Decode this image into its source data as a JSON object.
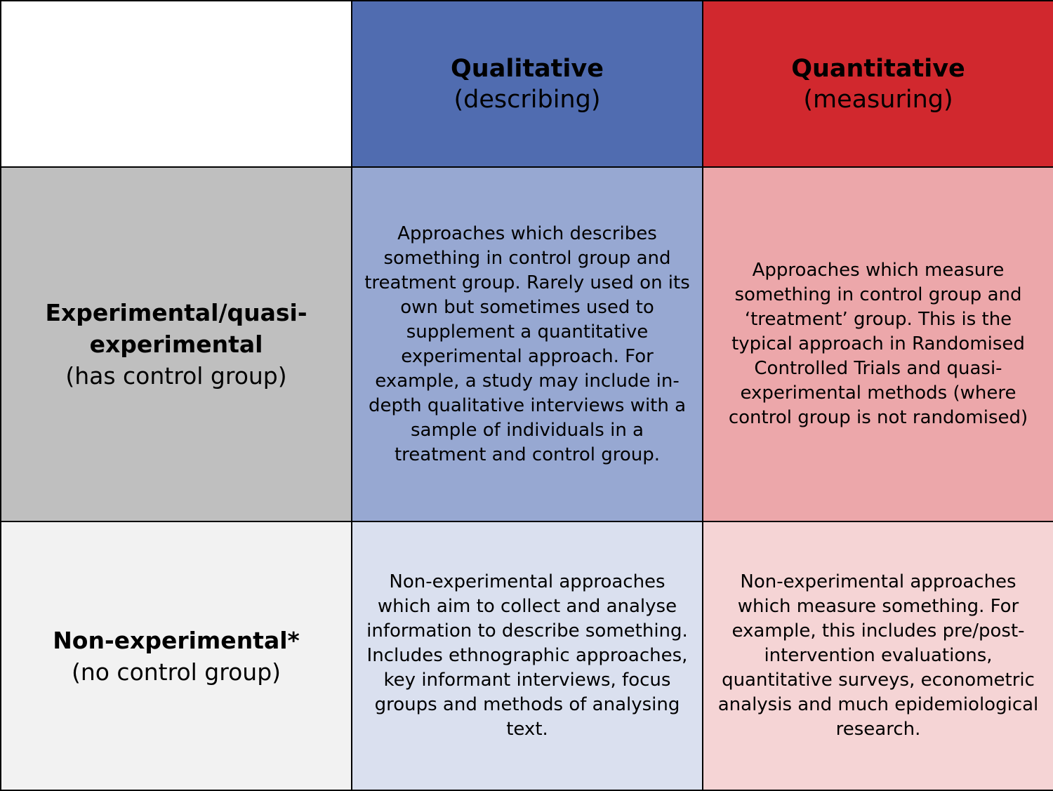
{
  "colors": {
    "corner": "#ffffff",
    "qualitative_header": "#506cb0",
    "quantitative_header": "#d1282e",
    "experimental_label": "#bfbfbf",
    "non_experimental_label": "#f2f2f2",
    "qual_experimental": "#97a8d2",
    "quant_experimental": "#eca7aa",
    "qual_non_experimental": "#dae0ef",
    "quant_non_experimental": "#f5d4d5",
    "border": "#000000"
  },
  "columns": {
    "qualitative": {
      "title": "Qualitative",
      "subtitle": "(describing)"
    },
    "quantitative": {
      "title": "Quantitative",
      "subtitle": "(measuring)"
    }
  },
  "rows": {
    "experimental": {
      "title_line1": "Experimental/quasi-",
      "title_line2": "experimental",
      "subtitle": "(has control group)",
      "qualitative_text": "Approaches which describes something in control group and treatment group. Rarely used on its own but sometimes used to supplement a quantitative experimental approach. For example, a study may include in-depth qualitative interviews with a sample of individuals in a treatment and control group.",
      "quantitative_text": "Approaches which measure something in control group and ‘treatment’ group. This is the typical approach in Randomised Controlled Trials and quasi-experimental methods (where control group is not randomised)"
    },
    "non_experimental": {
      "title": "Non-experimental*",
      "subtitle": "(no control group)",
      "qualitative_text": "Non-experimental approaches which aim to collect and analyse information to describe something. Includes ethnographic approaches, key informant interviews, focus groups and methods of analysing text.",
      "quantitative_text": "Non-experimental approaches which measure something. For example, this includes pre/post-intervention evaluations, quantitative surveys, econometric analysis and much epidemiological research."
    }
  }
}
